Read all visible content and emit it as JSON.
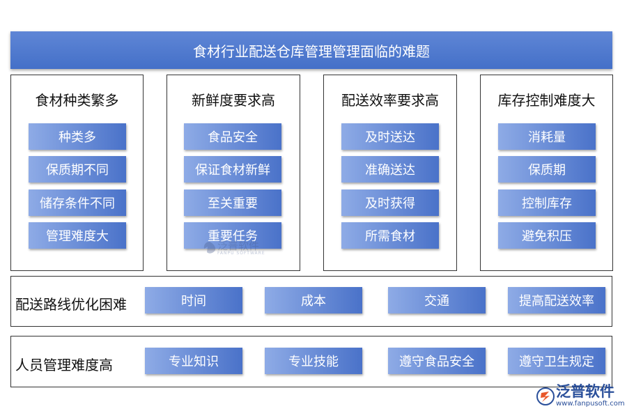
{
  "title": "食材行业配送仓库管理管理面临的难题",
  "columns": [
    {
      "title": "食材种类繁多",
      "items": [
        "种类多",
        "保质期不同",
        "储存条件不同",
        "管理难度大"
      ]
    },
    {
      "title": "新鲜度要求高",
      "items": [
        "食品安全",
        "保证食材新鲜",
        "至关重要",
        "重要任务"
      ]
    },
    {
      "title": "配送效率要求高",
      "items": [
        "及时送达",
        "准确送达",
        "及时获得",
        "所需食材"
      ]
    },
    {
      "title": "库存控制难度大",
      "items": [
        "消耗量",
        "保质期",
        "控制库存",
        "避免积压"
      ]
    }
  ],
  "rows": [
    {
      "title": "配送路线优化困难",
      "items": [
        "时间",
        "成本",
        "交通",
        "提高配送效率"
      ]
    },
    {
      "title": "人员管理难度高",
      "items": [
        "专业知识",
        "专业技能",
        "遵守食品安全",
        "遵守卫生规定"
      ]
    }
  ],
  "watermark": {
    "name": "泛普软件",
    "sub": "FANPU SOFTWARE"
  },
  "logo": {
    "name": "泛普软件",
    "url": "www.fanpusoft.com"
  },
  "colors": {
    "banner": "#4a76cc",
    "chip_light": "#8eabe6",
    "chip_dark": "#4a72c9",
    "border": "#333333"
  }
}
